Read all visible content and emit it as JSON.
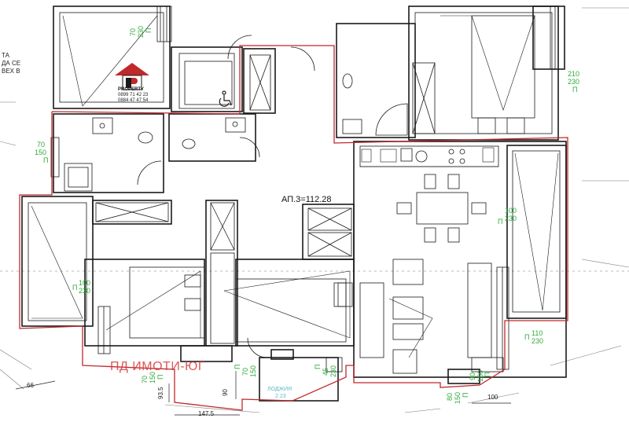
{
  "apartment_label": "АП.3=112.28",
  "watermark": "ПД ИМОТИ-ЮГ",
  "logo": {
    "brand": "PROPERTY",
    "phone1": "0899 71 42 23",
    "phone2": "0884 47 47 54"
  },
  "loggia": {
    "label": "ЛОДЖИЯ",
    "area": "2.23"
  },
  "top_left_fragments": [
    "ТА",
    "ДА СЕ",
    "ВЕХ В"
  ],
  "window_marks": [
    {
      "w": "70",
      "h": "230",
      "p": "П"
    },
    {
      "w": "210",
      "h": "230",
      "p": "П"
    },
    {
      "w": "70",
      "h": "150",
      "p": "П"
    },
    {
      "w": "100",
      "h": "230",
      "p": "П"
    },
    {
      "w": "100",
      "h": "230",
      "p": "П"
    },
    {
      "w": "110",
      "h": "230",
      "p": "П"
    },
    {
      "w": "70",
      "h": "150",
      "p": "П"
    },
    {
      "w": "70",
      "h": "150",
      "p": "П"
    },
    {
      "w": "45",
      "h": "230",
      "p": "П"
    },
    {
      "w": "90",
      "h": "150",
      "p": "П"
    },
    {
      "w": "80",
      "h": "150",
      "p": "П"
    }
  ],
  "dimensions": {
    "d66": "66",
    "d93_5": "93.5",
    "d90": "90",
    "d147_5": "147.5",
    "d100": "100"
  },
  "colors": {
    "wall": "#1a1a1a",
    "outline": "#c0282c",
    "dim_green": "#2faa3a",
    "loggia_text": "#5fb7c9",
    "watermark": "#d93a3a"
  }
}
